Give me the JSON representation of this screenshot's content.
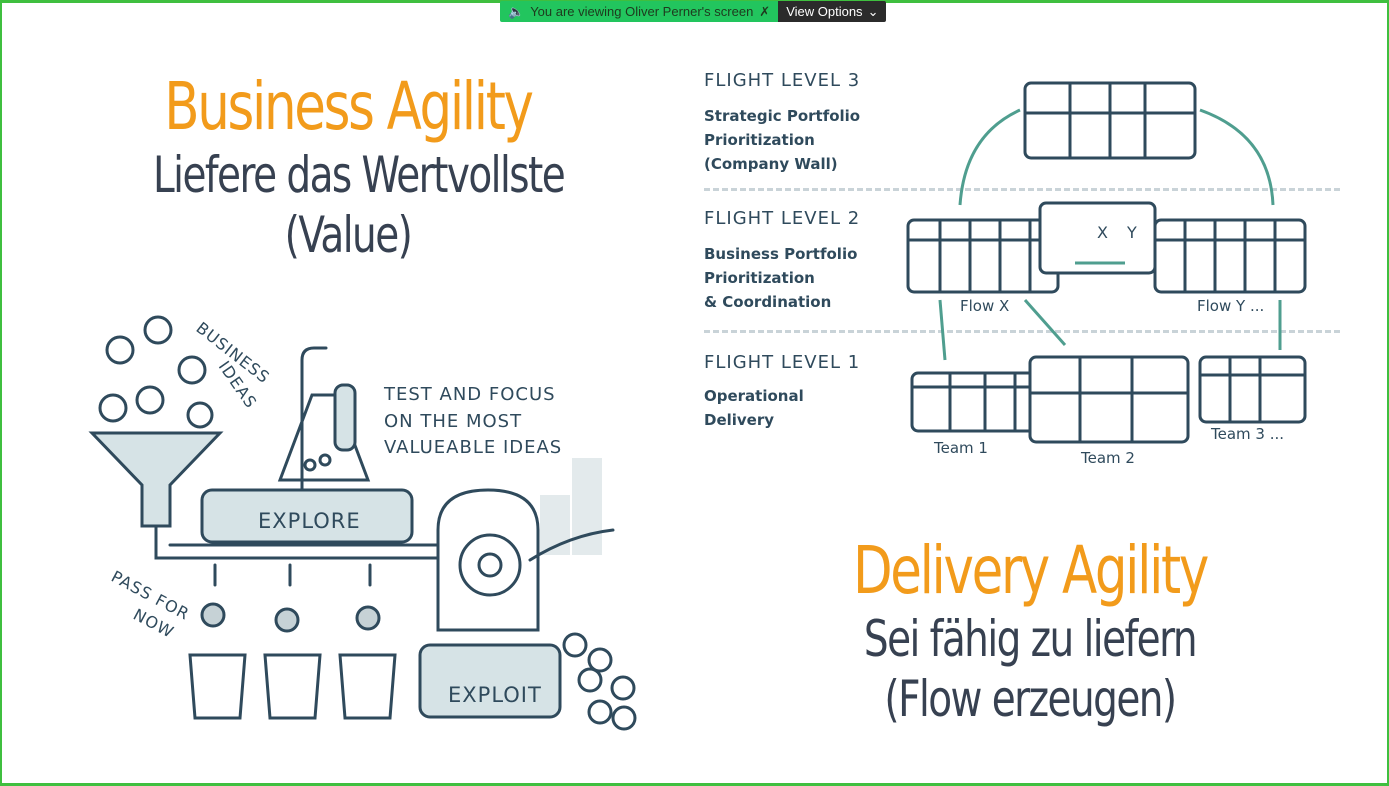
{
  "share_bar": {
    "message": "You are viewing Oliver Perner's screen",
    "options_label": "View Options"
  },
  "left": {
    "title": "Business Agility",
    "subtitle_line1": "Liefere das Wertvollste",
    "subtitle_line2": "(Value)",
    "business_ideas_1": "BUSINESS",
    "business_ideas_2": "IDEAS",
    "test_focus_1": "TEST AND FOCUS",
    "test_focus_2": "ON THE MOST",
    "test_focus_3": "VALUEABLE IDEAS",
    "explore": "EXPLORE",
    "exploit": "EXPLOIT",
    "pass_1": "PASS FOR",
    "pass_2": "NOW"
  },
  "right": {
    "levels": [
      {
        "title": "FLIGHT LEVEL 3",
        "lines": [
          "Strategic Portfolio",
          "Prioritization",
          "(Company Wall)"
        ]
      },
      {
        "title": "FLIGHT LEVEL 2",
        "lines": [
          "Business Portfolio",
          "Prioritization",
          "& Coordination"
        ]
      },
      {
        "title": "FLIGHT LEVEL 1",
        "lines": [
          "Operational",
          "Delivery"
        ]
      }
    ],
    "flow_x": "Flow X",
    "flow_y": "Flow Y ...",
    "team1": "Team 1",
    "team2": "Team 2",
    "team3": "Team 3 ...",
    "box_x": "X",
    "box_y": "Y",
    "title": "Delivery Agility",
    "subtitle_line1": "Sei fähig zu liefern",
    "subtitle_line2": "(Flow erzeugen)"
  },
  "colors": {
    "accent": "#f29b1b",
    "text_dark": "#374151",
    "sketch": "#2f4a5c",
    "teal": "#4f9e8f",
    "fill": "#d6e3e6",
    "border": "#3fbf3f"
  }
}
